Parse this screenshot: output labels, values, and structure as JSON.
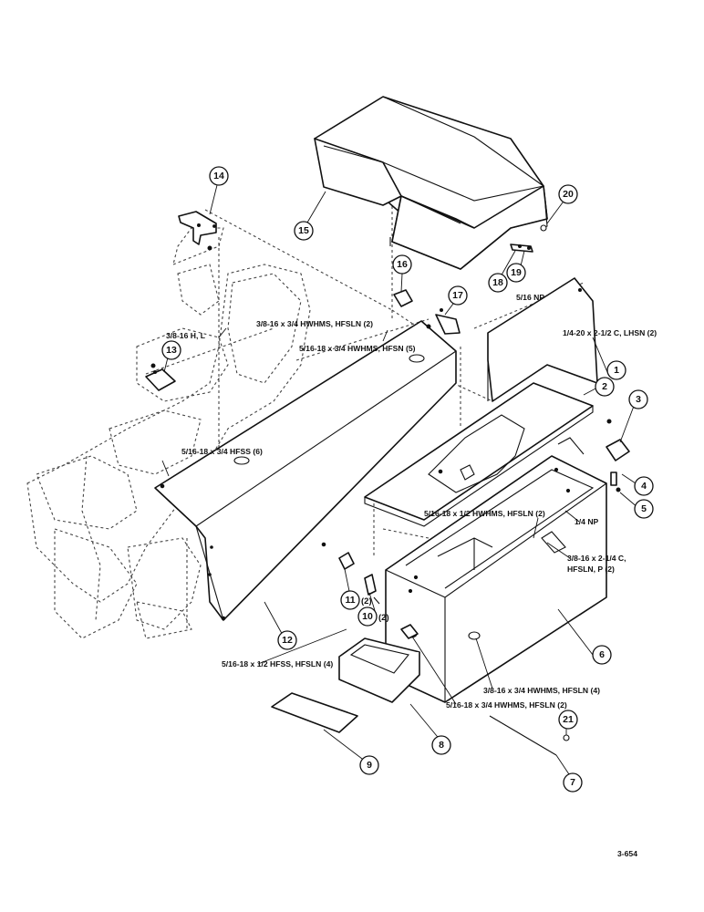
{
  "callouts": [
    {
      "id": "c1",
      "number": "1"
    },
    {
      "id": "c2",
      "number": "2"
    },
    {
      "id": "c3",
      "number": "3"
    },
    {
      "id": "c4",
      "number": "4"
    },
    {
      "id": "c5",
      "number": "5"
    },
    {
      "id": "c6",
      "number": "6"
    },
    {
      "id": "c7",
      "number": "7"
    },
    {
      "id": "c8",
      "number": "8"
    },
    {
      "id": "c9",
      "number": "9"
    },
    {
      "id": "c10",
      "number": "10",
      "qty": "(2)"
    },
    {
      "id": "c11",
      "number": "11",
      "qty": "(2)"
    },
    {
      "id": "c12",
      "number": "12"
    },
    {
      "id": "c13",
      "number": "13"
    },
    {
      "id": "c14",
      "number": "14"
    },
    {
      "id": "c15",
      "number": "15"
    },
    {
      "id": "c16",
      "number": "16"
    },
    {
      "id": "c17",
      "number": "17"
    },
    {
      "id": "c18",
      "number": "18"
    },
    {
      "id": "c19",
      "number": "19"
    },
    {
      "id": "c20",
      "number": "20"
    },
    {
      "id": "c21",
      "number": "21"
    }
  ],
  "notes": {
    "n516np": "5/16 NP",
    "n1420": "1/4-20 x 2-1/2 C, LHSN (2)",
    "n3816hl": "3/8-16 H, L",
    "n3816hw": "3/8-16 x 3/4 HWHMS, HFSLN (2)",
    "n51618hw": "5/16-18 x 3/4 HWHMS, HFSN (5)",
    "n51618hfss": "5/16-18 x 3/4 HFSS (6)",
    "n51618half": "5/16-18 x 1/2 HWHMS, HFSLN (2)",
    "n14np": "1/4 NP",
    "n3816c_1": "3/8-16 x 2-1/4 C,",
    "n3816c_2": "HFSLN, P (2)",
    "n51618hfss4": "5/16-18 x 1/2 HFSS, HFSLN (4)",
    "n3816hw4": "3/8-16 x 3/4 HWHMS, HFSLN (4)",
    "n51618hw2": "5/16-18 x 3/4 HWHMS, HFSLN (2)"
  },
  "figure_code": "3-654"
}
